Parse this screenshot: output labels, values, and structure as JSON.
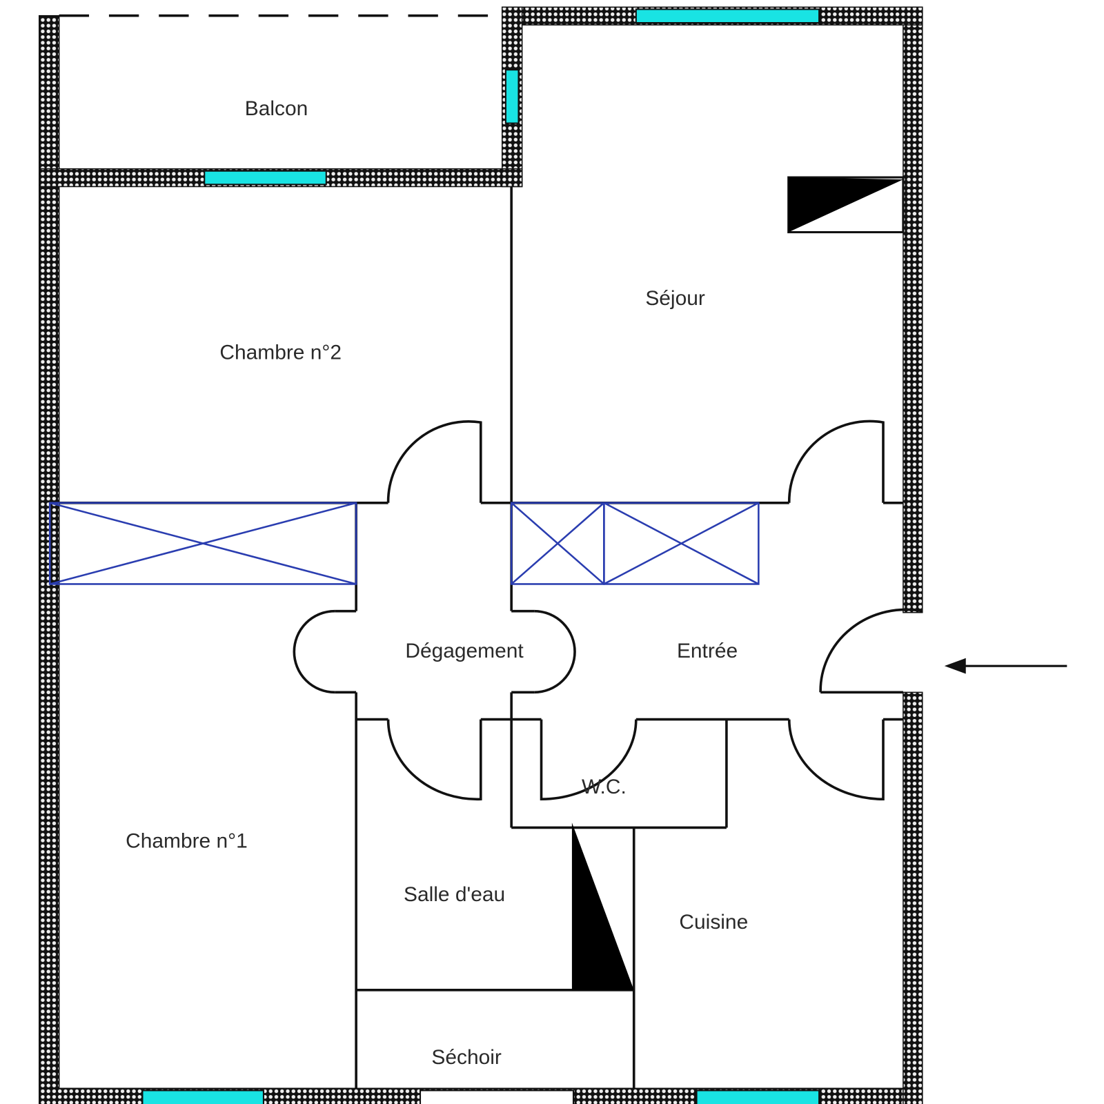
{
  "plan": {
    "rooms": {
      "balcon": "Balcon",
      "sejour": "Séjour",
      "chambre2": "Chambre n°2",
      "chambre1": "Chambre n°1",
      "degagement": "Dégagement",
      "entree": "Entrée",
      "wc": "W.C.",
      "salle_deau": "Salle d'eau",
      "cuisine": "Cuisine",
      "sechoir": "Séchoir"
    },
    "colors": {
      "window": "#19e3e3",
      "closet": "#2a3db0",
      "wall": "#111111"
    }
  }
}
